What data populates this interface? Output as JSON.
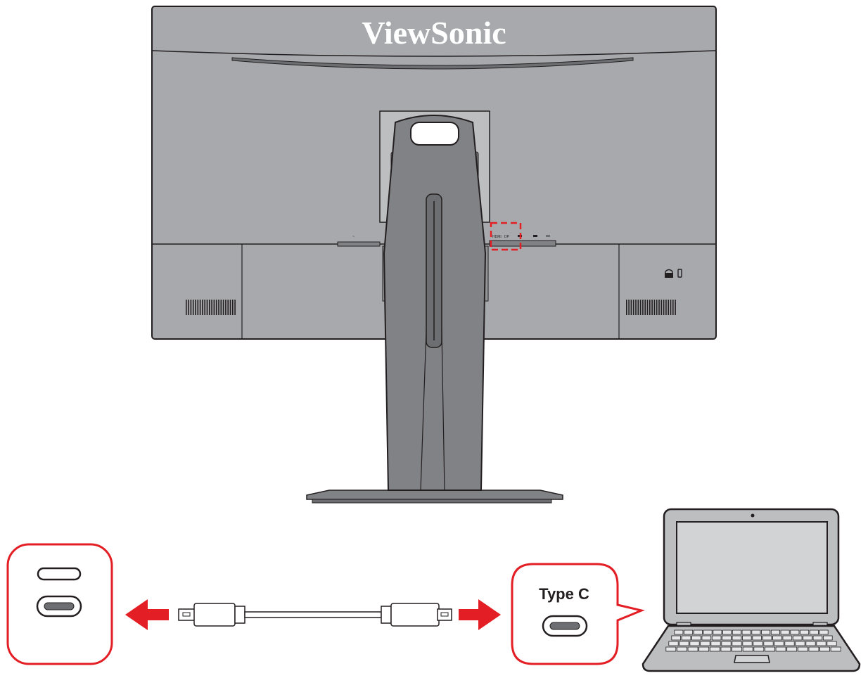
{
  "brand": {
    "name": "ViewSonic"
  },
  "laptop_port": {
    "label": "Type C"
  },
  "port_strip": {
    "labels": [
      "HDMI",
      "DP",
      "",
      "",
      ""
    ]
  },
  "colors": {
    "monitor_body": "#a7a9ac",
    "monitor_dark": "#8a8c8e",
    "outline": "#231f20",
    "stand": "#808285",
    "highlight": "#e31e24",
    "laptop_screen": "#d1d3d4",
    "laptop_body": "#bcbec0",
    "brand_text": "#ffffff"
  },
  "icons": {
    "monitor": "monitor-back-icon",
    "laptop": "laptop-icon",
    "cable": "usb-c-cable-icon",
    "arrow_left": "arrow-left-icon",
    "arrow_right": "arrow-right-icon",
    "port_thin": "usb-c-port-thin-icon",
    "port_thick": "usb-c-port-icon",
    "lock": "kensington-lock-icon"
  }
}
